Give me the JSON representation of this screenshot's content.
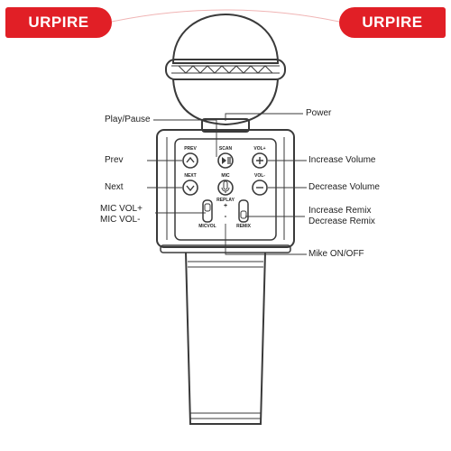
{
  "brand": {
    "left": "URPIRE",
    "right": "URPIRE"
  },
  "callouts": {
    "power": "Power",
    "play_pause": "Play/Pause",
    "prev": "Prev",
    "next": "Next",
    "mic_vol_up": "MIC VOL+",
    "mic_vol_down": "MIC VOL-",
    "increase_volume": "Increase Volume",
    "decrease_volume": "Decrease Volume",
    "increase_remix": "Increase Remix",
    "decrease_remix": "Decrease Remix",
    "mike_on_off": "Mike ON/OFF"
  },
  "panel": {
    "prev": "PREV",
    "scan": "SCAN",
    "vol_up": "VOL+",
    "next": "NEXT",
    "mic": "MIC",
    "vol_down": "VOL-",
    "replay": "REPLAY",
    "plus": "+",
    "minus": "-",
    "micvol": "MICVOL",
    "remix": "REMIX"
  },
  "colors": {
    "brand": "#e11f26",
    "outline": "#3a3a3a"
  }
}
